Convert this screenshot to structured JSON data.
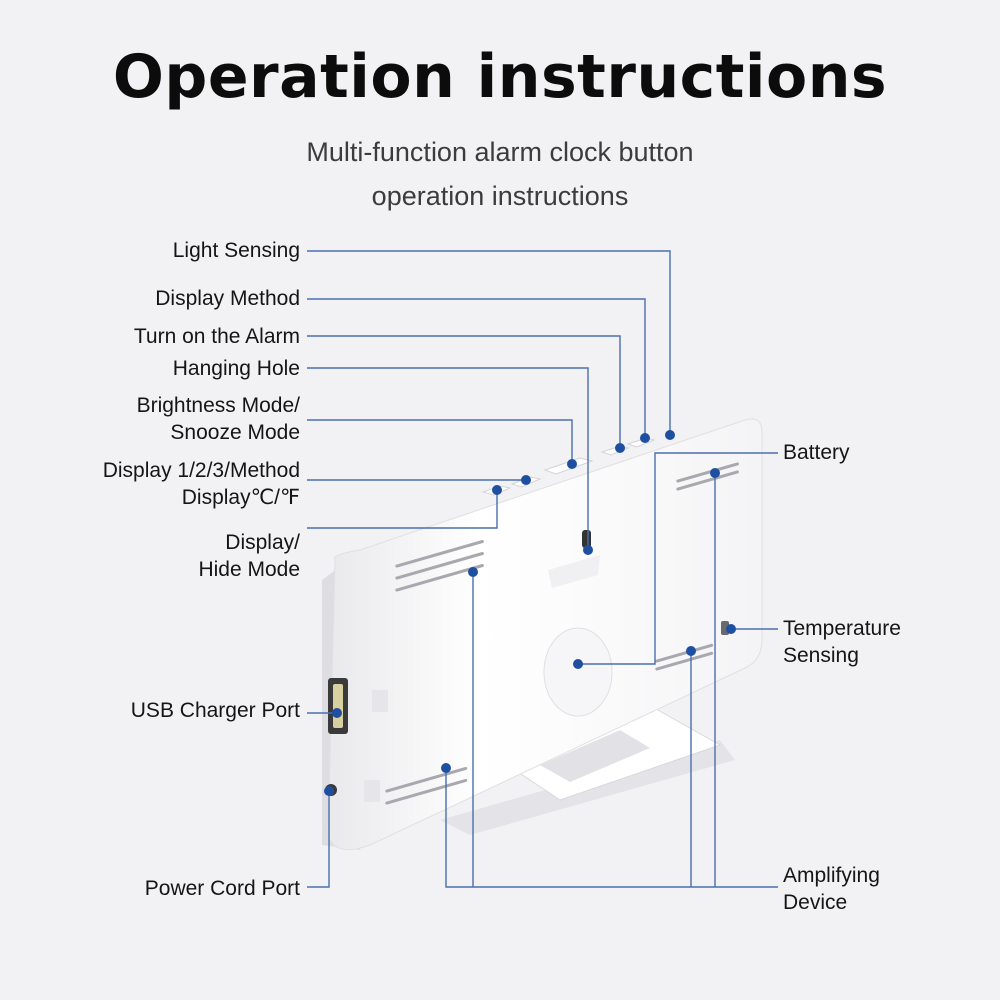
{
  "header": {
    "title": "Operation instructions",
    "subtitle_line1": "Multi-function alarm clock button",
    "subtitle_line2": "operation instructions"
  },
  "labels": {
    "light_sensing": "Light Sensing",
    "display_method": "Display Method",
    "turn_on_alarm": "Turn on the Alarm",
    "hanging_hole": "Hanging Hole",
    "brightness_line1": "Brightness Mode/",
    "brightness_line2": "Snooze Mode",
    "display123_line1": "Display 1/2/3/Method",
    "display123_line2": "Display℃/℉",
    "display_hide_line1": "Display/",
    "display_hide_line2": "Hide Mode",
    "usb_port": "USB Charger Port",
    "power_port": "Power Cord Port",
    "battery": "Battery",
    "temperature_line1": "Temperature",
    "temperature_line2": "Sensing",
    "amplifying_line1": "Amplifying",
    "amplifying_line2": "Device"
  },
  "colors": {
    "background": "#f2f2f4",
    "leader_line": "#4a6fae",
    "marker_dot": "#1f4fa0",
    "device_body": "#ffffff"
  }
}
